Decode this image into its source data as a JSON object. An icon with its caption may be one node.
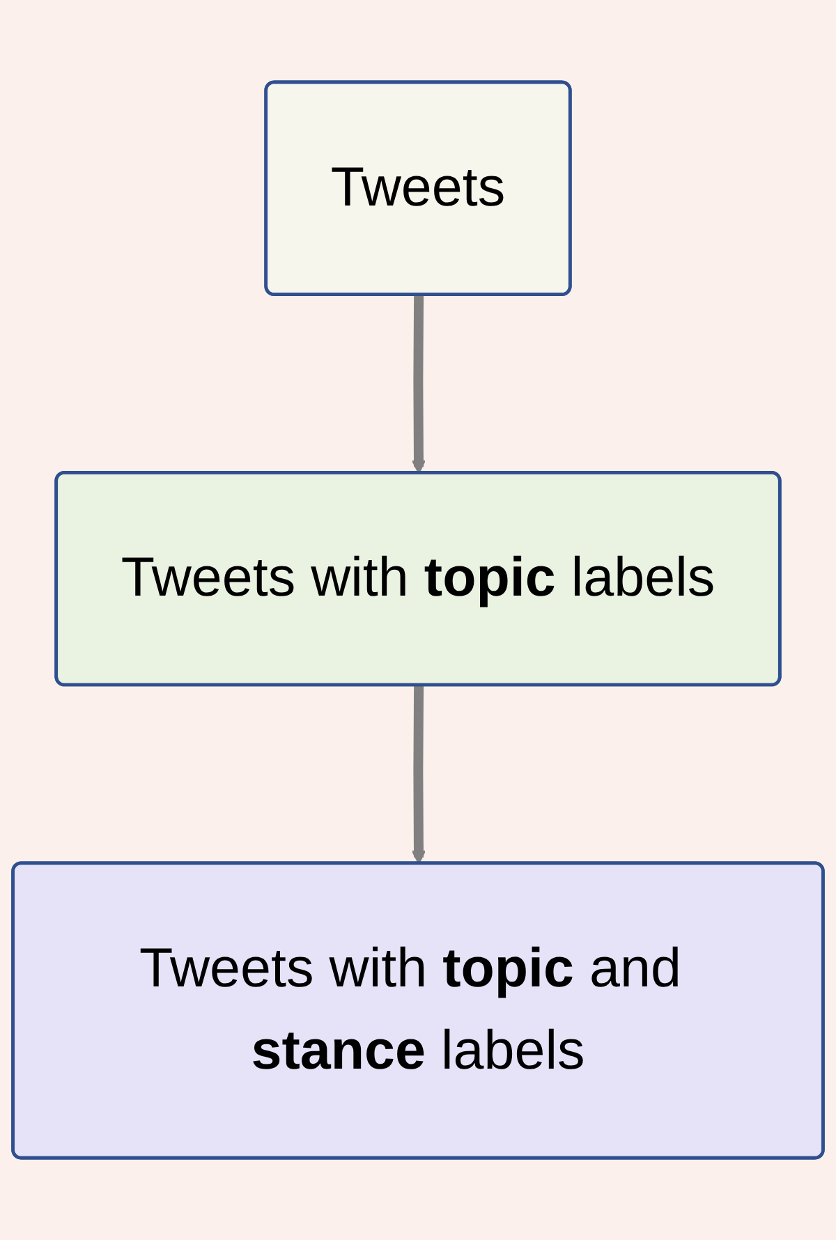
{
  "diagram": {
    "nodes": [
      {
        "text": [
          "Tweets"
        ]
      },
      {
        "text": [
          "Tweets with **topic** labels"
        ]
      },
      {
        "text": [
          "Tweets with **topic** and **stance** labels"
        ]
      }
    ],
    "edges": [
      {
        "from": 0,
        "to": 1,
        "arrow": "to"
      },
      {
        "from": 1,
        "to": 2,
        "arrow": "to"
      }
    ]
  }
}
